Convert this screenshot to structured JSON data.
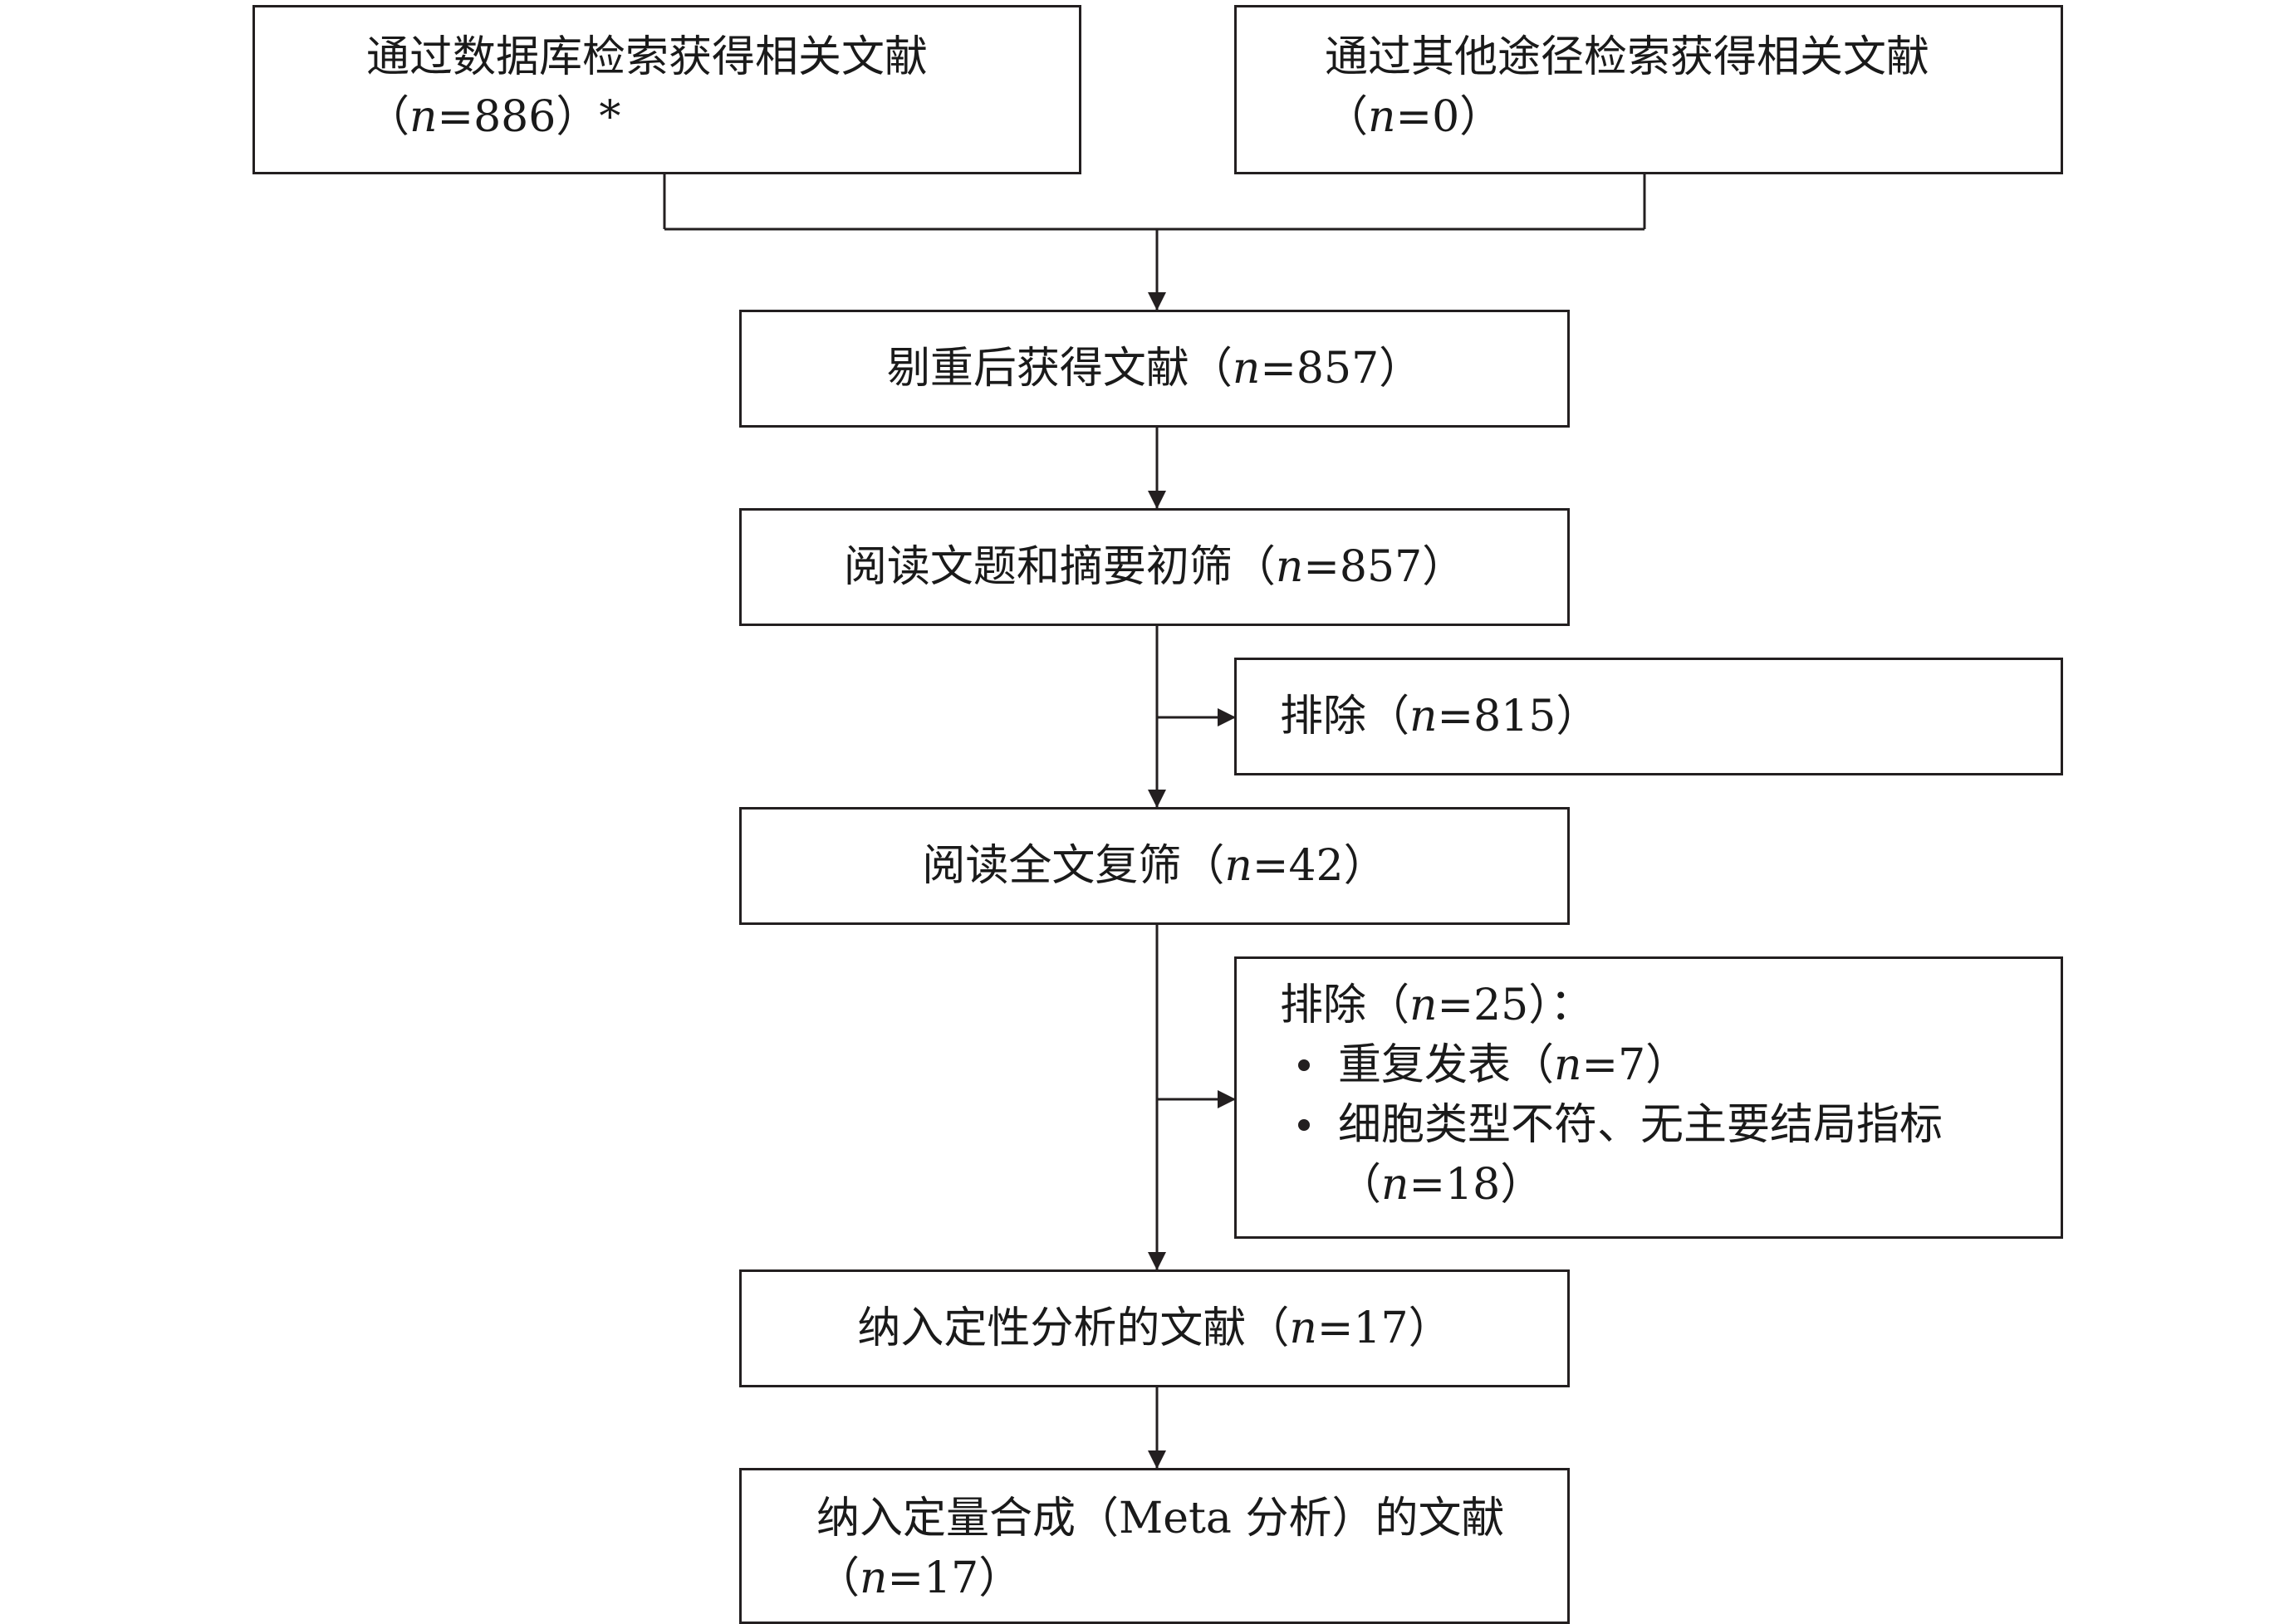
{
  "diagram": {
    "type": "flowchart",
    "n_label": "n",
    "colors": {
      "line": "#231f20",
      "text": "#1a1a1a",
      "background": "#ffffff"
    },
    "nodes": {
      "db_search": {
        "line1": "通过数据库检索获得相关文献",
        "open": "（",
        "eq": "=886）*"
      },
      "other_search": {
        "line1": "通过其他途径检索获得相关文献",
        "open": "（",
        "eq": "=0）"
      },
      "dedup": {
        "text": "剔重后获得文献（",
        "eq": "=857）"
      },
      "title_abstract": {
        "text": "阅读文题和摘要初筛（",
        "eq": "=857）"
      },
      "exclude1": {
        "text": "排除（",
        "eq": "=815）"
      },
      "fulltext": {
        "text": "阅读全文复筛（",
        "eq": "=42）"
      },
      "exclude2": {
        "text": "排除（",
        "eq": "=25）：",
        "reasons": [
          {
            "text": "重复发表（",
            "eq": "=7）"
          },
          {
            "text": "细胞类型不符、无主要结局指标",
            "open": "（",
            "eq": "=18）"
          }
        ]
      },
      "qualitative": {
        "text": "纳入定性分析的文献（",
        "eq": "=17）"
      },
      "quantitative": {
        "line1": "纳入定量合成（Meta 分析）的文献",
        "open": "（",
        "eq": "=17）"
      }
    }
  }
}
